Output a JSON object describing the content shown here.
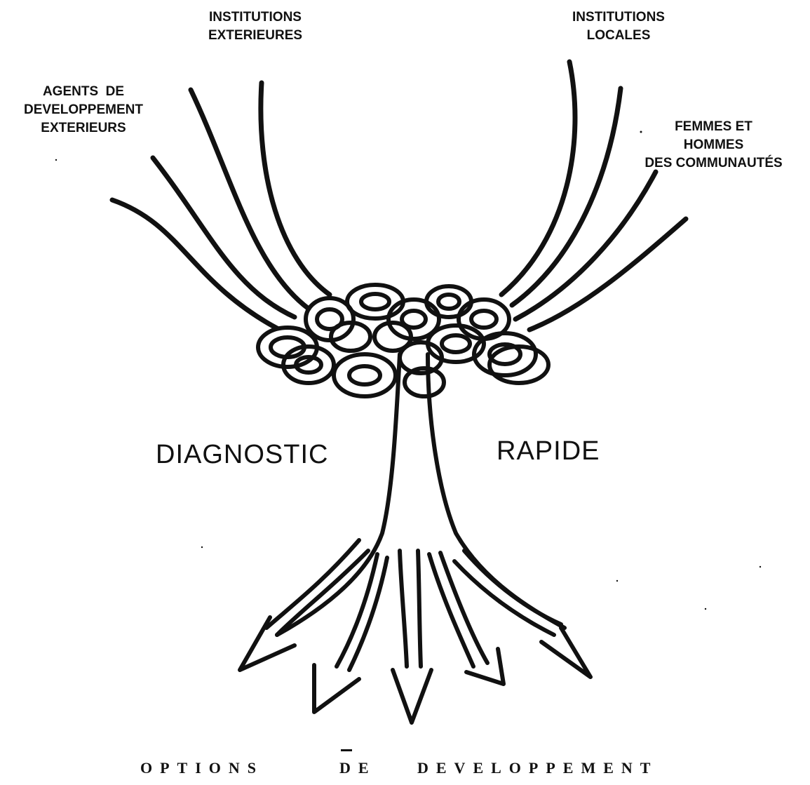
{
  "labels": {
    "institutions_exterieures": [
      "INSTITUTIONS",
      "EXTERIEURES"
    ],
    "institutions_locales": [
      "INSTITUTIONS",
      "LOCALES"
    ],
    "agents_de_developpement": [
      "AGENTS  DE",
      "DEVELOPPEMENT",
      "EXTERIEURS"
    ],
    "femmes_et_hommes": [
      "FEMMES ET",
      "HOMMES",
      "DES COMMUNAUTÉS"
    ]
  },
  "center": {
    "left_word": "DIAGNOSTIC",
    "right_word": "RAPIDE"
  },
  "footer": {
    "word1": "OPTIONS",
    "word2": "DE",
    "word3": "DEVELOPPEMENT"
  },
  "colors": {
    "ink": "#111111",
    "paper": "#ffffff"
  }
}
